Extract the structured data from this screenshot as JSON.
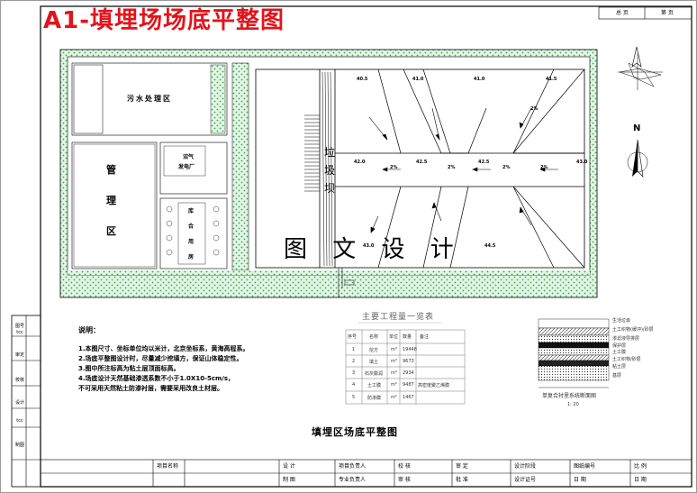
{
  "drawing_title": "A1-填埋场场底平整图",
  "corner_labels": [
    "总 页",
    "第 页"
  ],
  "zones": {
    "sewage": "污水处理区",
    "manage_1": "管",
    "manage_2": "理",
    "manage_3": "区",
    "power_1": "沼气",
    "power_2": "发电厂",
    "warehouse_1": "库",
    "warehouse_2": "合",
    "warehouse_3": "用",
    "warehouse_4": "房",
    "dam_1": "垃",
    "dam_2": "圾",
    "dam_3": "坝"
  },
  "watermark": "图 文 设 计",
  "notes": {
    "title": "说明：",
    "lines": [
      "1.本图尺寸、坐标单位均以米计，北京坐标系，黄海高程系。",
      "2.场底平整图设计时，尽量减少挖填方，保证山体稳定性。",
      "3.图中所注标高为粘土层顶面标高。",
      "4.场底设计天然基础渗透系数不小于1.0X10-5cm/s，",
      "  不可采用天然粘土防渗衬层，需要采用改良土材层。"
    ]
  },
  "quantities": {
    "title": "主要工程量一览表",
    "headers": [
      "序号",
      "名称",
      "单位",
      "数量",
      "备注"
    ],
    "rows": [
      [
        "1",
        "挖方",
        "m³",
        "19448",
        ""
      ],
      [
        "2",
        "填土",
        "m³",
        "9673",
        ""
      ],
      [
        "3",
        "石灰膨润",
        "m³",
        "2934",
        ""
      ],
      [
        "4",
        "土工膜",
        "m²",
        "9487",
        "高密度聚乙烯膜"
      ],
      [
        "5",
        "防渗膜",
        "m²",
        "1467",
        ""
      ]
    ]
  },
  "liner_legend": {
    "labels": [
      "生活垃圾",
      "土工织物(缓冲)/砂层",
      "渗滤液导排层",
      "保护层",
      "土工膜",
      "土工织物/砂层",
      "粘土层",
      "基层"
    ],
    "caption": "单复合衬里系统断面图",
    "scale": "1: 20"
  },
  "plan_title": "填埋区场底平整图",
  "title_block": {
    "row1": [
      "项目名称",
      "设 计",
      "项目负责人",
      "校 核",
      "审 定",
      "设计阶段",
      "图纸编号",
      "比 例"
    ],
    "row2": [
      "制 图",
      "专业负责人",
      "审 核",
      "批 准",
      "设计证号",
      "日 期",
      "日 期"
    ]
  },
  "side_strip": [
    "图号",
    "tcc",
    "审定",
    "校核",
    "设计",
    "tcc",
    "制图"
  ],
  "compass_label": "N",
  "contours": [
    "40.5",
    "41.0",
    "41.0",
    "41.5",
    "42.0",
    "42.5",
    "42.5",
    "43.0",
    "43.0",
    "44.5"
  ],
  "slope_marks": [
    "2%",
    "2%",
    "2%",
    "2%",
    "2%"
  ]
}
